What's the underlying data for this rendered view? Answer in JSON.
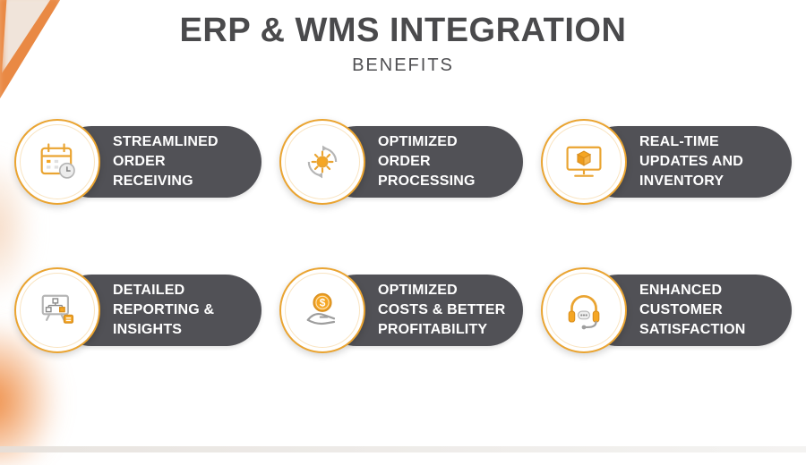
{
  "header": {
    "title": "ERP & WMS INTEGRATION",
    "subtitle": "BENEFITS"
  },
  "benefits": [
    {
      "label": "STREAMLINED\nORDER\nRECEIVING",
      "icon": "calendar-clock-icon"
    },
    {
      "label": "OPTIMIZED\nORDER\nPROCESSING",
      "icon": "process-gears-icon"
    },
    {
      "label": "REAL-TIME\nUPDATES AND\nINVENTORY",
      "icon": "monitor-package-icon"
    },
    {
      "label": "DETAILED\nREPORTING &\nINSIGHTS",
      "icon": "report-diagram-icon"
    },
    {
      "label": "OPTIMIZED\nCOSTS & BETTER\nPROFITABILITY",
      "icon": "hand-coin-icon"
    },
    {
      "label": "ENHANCED\nCUSTOMER\nSATISFACTION",
      "icon": "headset-support-icon"
    }
  ],
  "colors": {
    "accent_orange": "#EAA431",
    "coin_orange": "#F5A623",
    "pill_gray": "#515156",
    "title_gray": "#4A4A4C"
  }
}
